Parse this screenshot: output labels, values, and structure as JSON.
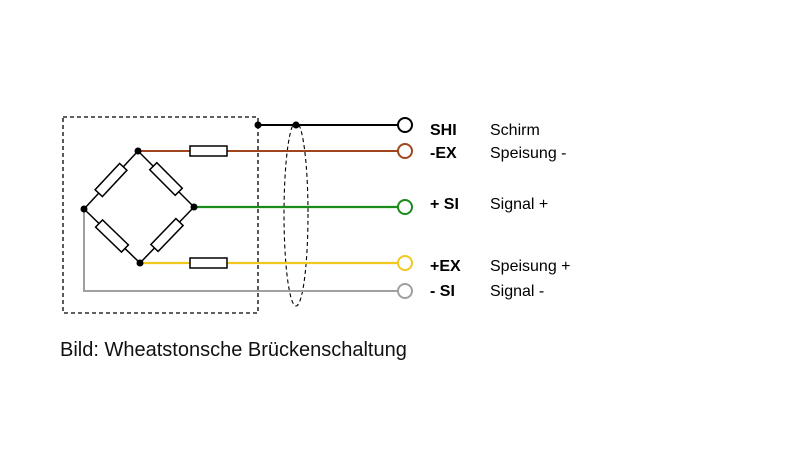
{
  "colors": {
    "shield": "#000000",
    "excitation_minus": "#a0461e",
    "signal_plus": "#1a8a1a",
    "excitation_plus": "#f0c820",
    "signal_minus": "#a0a0a0"
  },
  "terminals": [
    {
      "code": "SHI",
      "label": "Schirm"
    },
    {
      "code": "-EX",
      "label": "Speisung -"
    },
    {
      "code": "+ SI",
      "label": "Signal +"
    },
    {
      "code": "+EX",
      "label": "Speisung +"
    },
    {
      "code": "- SI",
      "label": "Signal -"
    }
  ],
  "caption": "Bild: Wheatstonsche Brückenschaltung"
}
